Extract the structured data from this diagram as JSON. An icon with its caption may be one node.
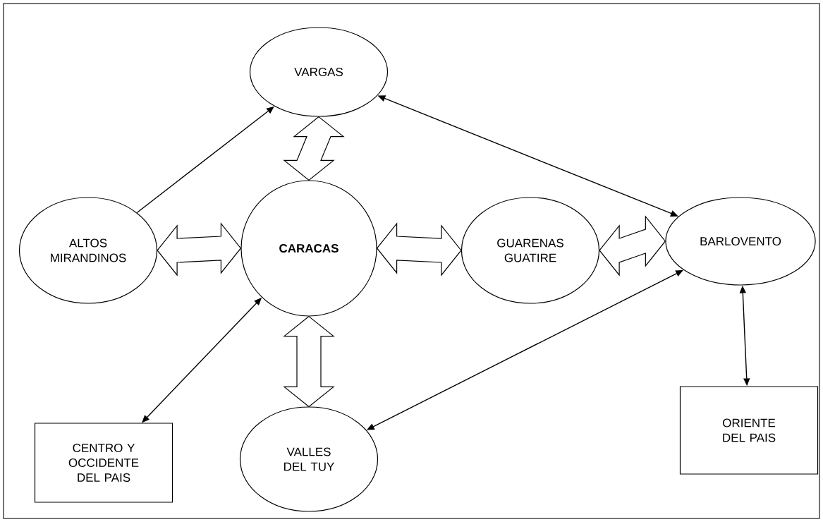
{
  "diagram": {
    "nodes": [
      {
        "text": [
          "VARGAS"
        ]
      },
      {
        "text": [
          "ALTOS MIRANDINOS"
        ]
      },
      {
        "text": [
          "CARACAS"
        ]
      },
      {
        "text": [
          "GUARENAS GUATIRE"
        ]
      },
      {
        "text": [
          "BARLOVENTO"
        ]
      },
      {
        "text": [
          "CENTRO Y OCCIDENTE DEL PAIS"
        ]
      },
      {
        "text": [
          "VALLES DEL TUY"
        ]
      },
      {
        "text": [
          "ORIENTE DEL PAIS"
        ]
      }
    ],
    "edges": [
      {
        "from": 1,
        "to": 0,
        "arrow": "to"
      },
      {
        "from": 0,
        "to": 4,
        "arrow": "both"
      },
      {
        "from": 0,
        "to": 2,
        "arrow": "both",
        "style": "thick"
      },
      {
        "from": 1,
        "to": 2,
        "arrow": "both",
        "style": "thick"
      },
      {
        "from": 2,
        "to": 3,
        "arrow": "both",
        "style": "thick"
      },
      {
        "from": 3,
        "to": 4,
        "arrow": "both",
        "style": "thick"
      },
      {
        "from": 2,
        "to": 6,
        "arrow": "both",
        "style": "thick"
      },
      {
        "from": 5,
        "to": 2,
        "arrow": "both"
      },
      {
        "from": 6,
        "to": 4,
        "arrow": "both"
      },
      {
        "from": 4,
        "to": 7,
        "arrow": "both"
      }
    ]
  }
}
